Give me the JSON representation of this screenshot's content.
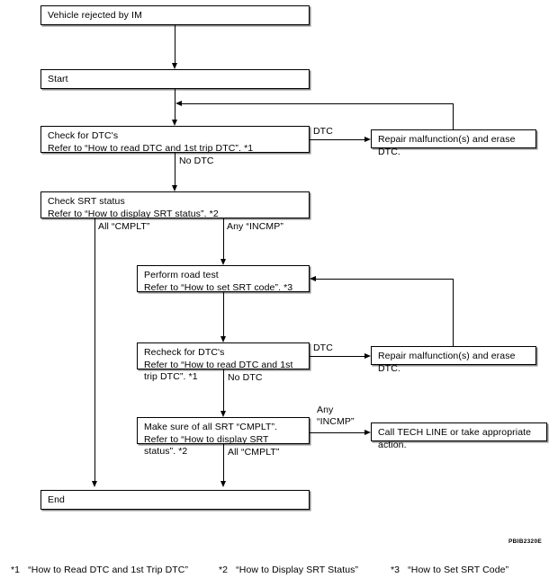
{
  "figure": {
    "code": "PBIB2320E"
  },
  "nodes": {
    "vehicle_rejected": "Vehicle rejected by IM",
    "start": "Start",
    "check_dtc": "Check for DTC's\nRefer to “How to read DTC and 1st trip DTC”. *1",
    "repair_dtc_1": "Repair malfunction(s) and erase DTC.",
    "check_srt": "Check SRT status\nRefer to “How to display SRT status”. *2",
    "road_test": "Perform road test\nRefer to “How to set SRT code”. *3",
    "recheck_dtc": "Recheck for DTC's\nRefer to “How to read DTC and 1st trip DTC”. *1",
    "repair_dtc_2": "Repair malfunction(s) and erase DTC.",
    "make_sure_srt": "Make sure of all SRT “CMPLT”.\nRefer to “How to display SRT status”. *2",
    "tech_line": "Call TECH LINE or take appropriate action.",
    "end": "End"
  },
  "edge_labels": {
    "dtc_1": "DTC",
    "no_dtc_1": "No DTC",
    "all_cmplt_1": "All “CMPLT”",
    "any_incmp_1": "Any “INCMP”",
    "dtc_2": "DTC",
    "no_dtc_2": "No DTC",
    "any_incmp_2": "Any\n“INCMP”",
    "all_cmplt_2": "All “CMPLT”"
  },
  "footnotes": {
    "note1": "*1   “How to Read DTC and 1st Trip DTC”",
    "note2": "*2   “How to Display SRT Status”",
    "note3": "*3   “How to Set SRT Code”"
  }
}
